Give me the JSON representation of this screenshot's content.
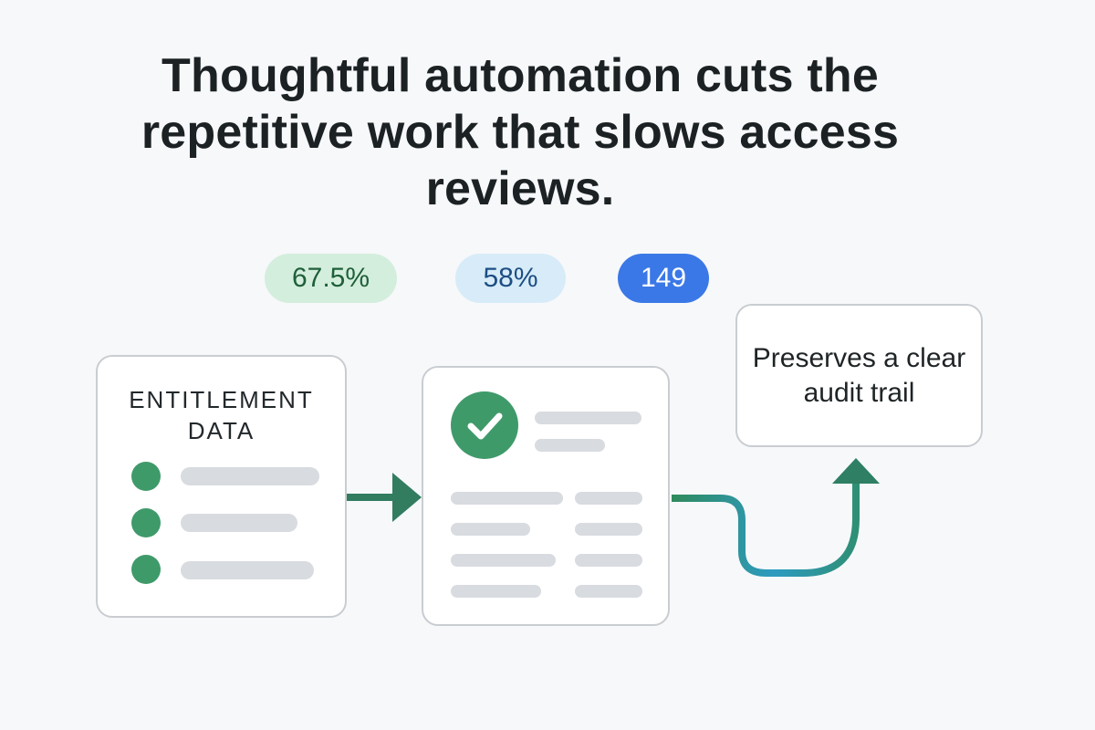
{
  "headline": "Thoughtful automation cuts the repetitive work that slows access reviews.",
  "stats": [
    {
      "value": "67.5%",
      "bg": "#d4eedd",
      "fg": "#1f5f3a"
    },
    {
      "value": "58%",
      "bg": "#d7ecf8",
      "fg": "#1d4e84"
    },
    {
      "value": "149",
      "bg": "#3b78e7",
      "fg": "#ffffff"
    }
  ],
  "source_card": {
    "title": "ENTITLEMENT DATA",
    "rows": 3
  },
  "outcome_card": {
    "text": "Preserves a clear audit trail"
  },
  "colors": {
    "accent_green": "#3f9a6a",
    "arrow_green": "#327c60",
    "arrow_teal": "#2d9bc1",
    "placeholder": "#d8dbdf"
  },
  "icons": {
    "check": "check-circle-icon",
    "arrow_right": "arrow-right-icon",
    "arrow_curve": "curved-arrow-up-icon"
  }
}
